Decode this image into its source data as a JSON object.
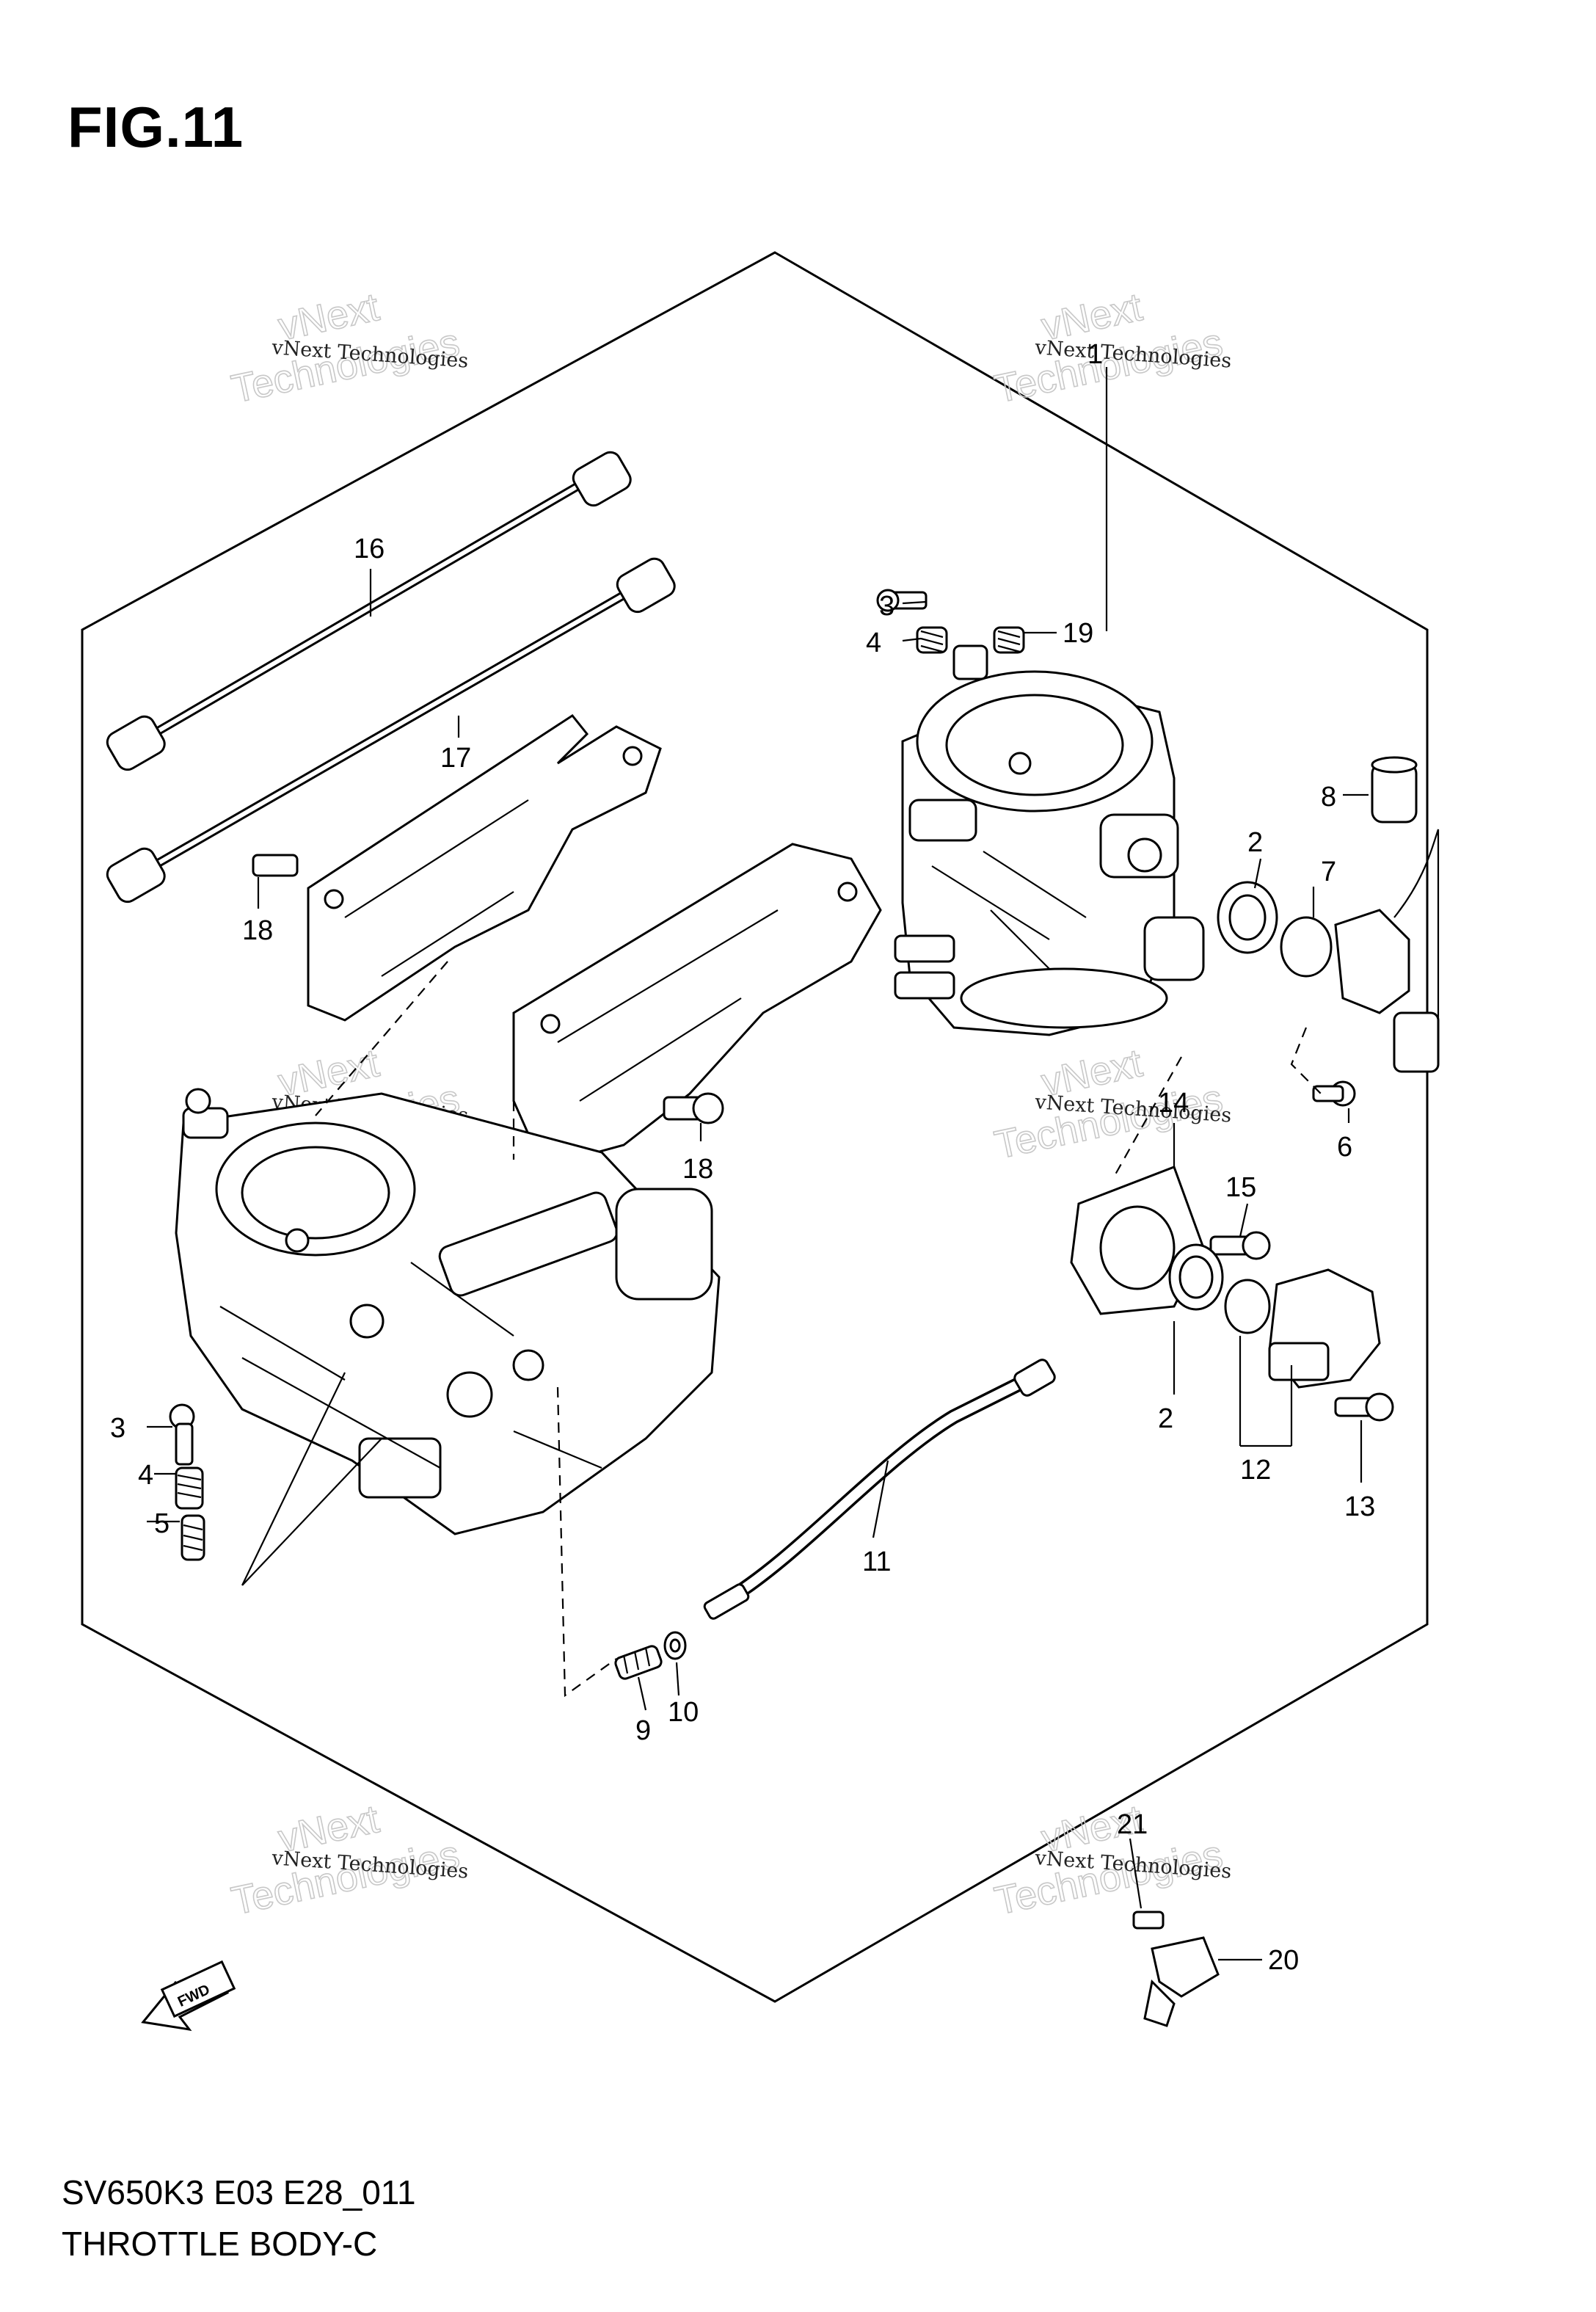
{
  "figure": {
    "title": "FIG.11",
    "model_code": "SV650K3 E03 E28_011",
    "section_name": "THROTTLE BODY-C",
    "fwd_label": "FWD"
  },
  "watermark": {
    "small_text": "vNext Technologies",
    "big_line1": "vNext",
    "big_line2": "Technologies"
  },
  "callouts": [
    "1",
    "2",
    "2",
    "3",
    "3",
    "4",
    "4",
    "5",
    "6",
    "7",
    "8",
    "9",
    "10",
    "11",
    "12",
    "13",
    "14",
    "15",
    "16",
    "17",
    "18",
    "18",
    "19",
    "20",
    "21"
  ]
}
